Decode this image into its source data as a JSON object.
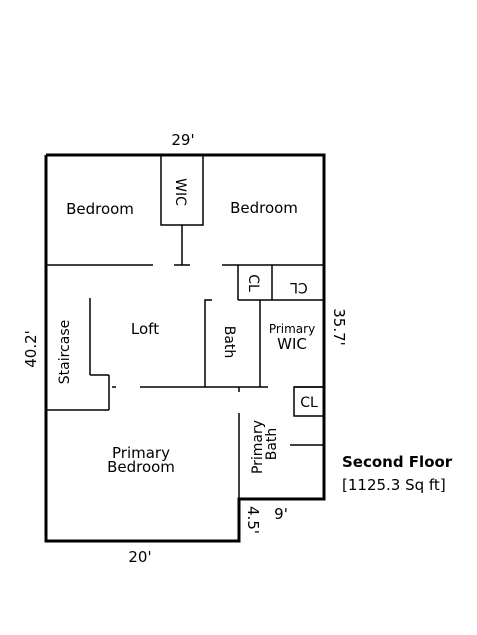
{
  "dimensions": {
    "top": "29'",
    "left": "40.2'",
    "right": "35.7'",
    "bottom": "20'",
    "notch_width": "9'",
    "notch_height": "4.5'"
  },
  "rooms": {
    "bedroom_left": "Bedroom",
    "bedroom_right": "Bedroom",
    "wic_top": "WIC",
    "closet_1": "CL",
    "closet_2": "CL",
    "staircase": "Staircase",
    "loft": "Loft",
    "bath": "Bath",
    "primary_wic_line1": "Primary",
    "primary_wic_line2": "WIC",
    "closet_3": "CL",
    "primary_bedroom_line1": "Primary",
    "primary_bedroom_line2": "Bedroom",
    "primary_bath_line1": "Primary",
    "primary_bath_line2": "Bath"
  },
  "floor": {
    "title": "Second Floor",
    "area": "[1125.3 Sq ft]"
  }
}
